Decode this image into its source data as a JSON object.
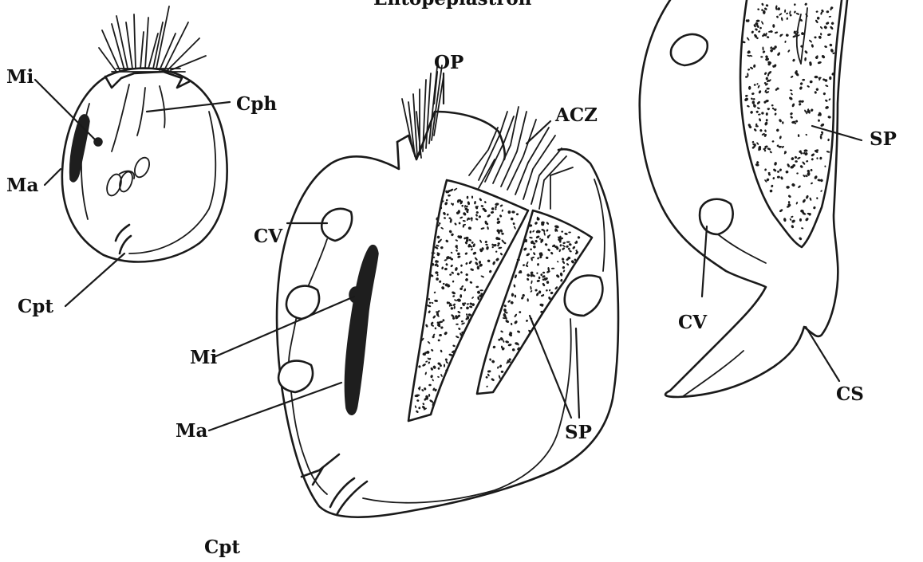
{
  "header": {
    "title_fragment": "Entopeplastron"
  },
  "labels": {
    "left_mi": "Mi",
    "left_ma": "Ma",
    "left_cph": "Cph",
    "left_cpt": "Cpt",
    "mid_op": "OP",
    "mid_acz": "ACZ",
    "mid_cv": "CV",
    "mid_mi": "Mi",
    "mid_ma": "Ma",
    "mid_sp": "SP",
    "mid_cpt": "Cpt",
    "right_sp": "SP",
    "right_cv": "CV",
    "right_cs": "CS"
  },
  "colors": {
    "ink": "#1a1a1a",
    "nucleus": "#1e1e1e",
    "background": "#ffffff"
  }
}
